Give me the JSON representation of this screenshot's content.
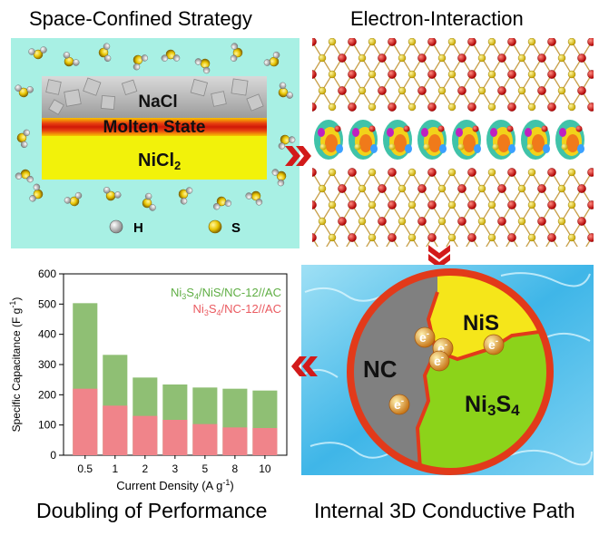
{
  "panels": {
    "top_left_title": "Space-Confined Strategy",
    "top_right_title": "Electron-Interaction",
    "bottom_left_title": "Doubling of Performance",
    "bottom_right_title": "Internal 3D Conductive Path"
  },
  "synthesis": {
    "layer_top": "NaCl",
    "layer_middle": "Molten State",
    "layer_bottom_main": "NiCl",
    "layer_bottom_sub": "2",
    "legend_h": "H",
    "legend_s": "S",
    "colors": {
      "background": "#a8f0e4",
      "molten": "#e85a10",
      "nicl2": "#f2f20a"
    }
  },
  "conductive_path": {
    "region_nc": "NC",
    "region_nis": "NiS",
    "region_ni3s4_a": "Ni",
    "region_ni3s4_b": "3",
    "region_ni3s4_c": "S",
    "region_ni3s4_d": "4",
    "electron_label": "e",
    "electron_charge": "-",
    "colors": {
      "nc": "#808080",
      "nis": "#f5e61a",
      "ni3s4": "#8cd31a",
      "rim": "#e23a1a"
    }
  },
  "chart_data": {
    "type": "bar",
    "xlabel": "Current Density (A g",
    "xlabel_sup": "-1",
    "xlabel_end": ")",
    "ylabel": "Specific Capacitance (F g",
    "ylabel_sup": "-1",
    "ylabel_end": ")",
    "ylim": [
      0,
      600
    ],
    "yticks": [
      0,
      100,
      200,
      300,
      400,
      500,
      600
    ],
    "categories": [
      "0.5",
      "1",
      "2",
      "3",
      "5",
      "8",
      "10"
    ],
    "series": [
      {
        "name": "Ni3S4/NiS/NC-12//AC",
        "color": "#8fbf74",
        "values": [
          503,
          332,
          257,
          234,
          224,
          220,
          214
        ]
      },
      {
        "name": "Ni3S4/NC-12//AC",
        "color": "#f0848a",
        "values": [
          220,
          164,
          130,
          117,
          103,
          92,
          90
        ]
      }
    ],
    "legend": [
      {
        "parts": [
          "Ni",
          "3",
          "S",
          "4",
          "/NiS/NC-12//AC"
        ],
        "color": "#5fae44"
      },
      {
        "parts": [
          "Ni",
          "3",
          "S",
          "4",
          "/NC-12//AC"
        ],
        "color": "#ea5a60"
      }
    ]
  }
}
